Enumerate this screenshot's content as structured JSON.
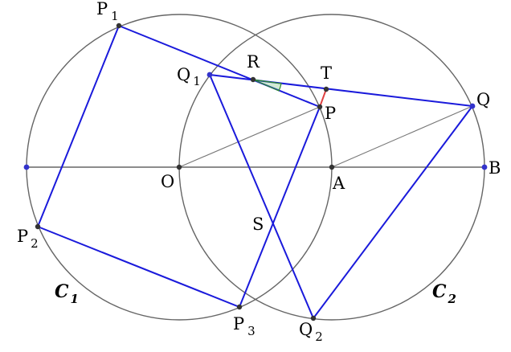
{
  "diagram": {
    "colors": {
      "circle": "#666666",
      "axis": "#666666",
      "construction": "#777777",
      "polygon": "#1a1adb",
      "segment_PT": "#e04040",
      "angle_mark": "#4caf50",
      "blue_point": "#3333cc",
      "dark_point": "#333333"
    },
    "circles": [
      {
        "name": "C",
        "sub": "1"
      },
      {
        "name": "C",
        "sub": "2"
      }
    ],
    "points": {
      "P1": {
        "main": "P",
        "sub": "1"
      },
      "P2": {
        "main": "P",
        "sub": "2"
      },
      "P3": {
        "main": "P",
        "sub": "3"
      },
      "Q1": {
        "main": "Q",
        "sub": "1"
      },
      "Q2": {
        "main": "Q",
        "sub": "2"
      },
      "R": {
        "main": "R",
        "sub": ""
      },
      "T": {
        "main": "T",
        "sub": ""
      },
      "P": {
        "main": "P",
        "sub": ""
      },
      "Q": {
        "main": "Q",
        "sub": ""
      },
      "O": {
        "main": "O",
        "sub": ""
      },
      "A": {
        "main": "A",
        "sub": ""
      },
      "B": {
        "main": "B",
        "sub": ""
      },
      "S": {
        "main": "S",
        "sub": ""
      }
    }
  }
}
